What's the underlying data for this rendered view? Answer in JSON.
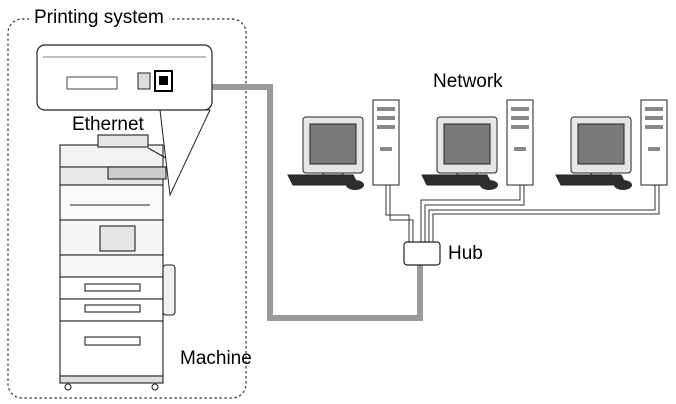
{
  "labels": {
    "printing_system": "Printing system",
    "ethernet": "Ethernet",
    "network": "Network",
    "hub": "Hub",
    "machine": "Machine"
  },
  "colors": {
    "cable": "#9a9a9a",
    "screen": "#7a7a7a",
    "outline": "#222222"
  },
  "diagram": {
    "computers": 3,
    "connection": "Ethernet port on machine linked via Hub to network computers"
  }
}
